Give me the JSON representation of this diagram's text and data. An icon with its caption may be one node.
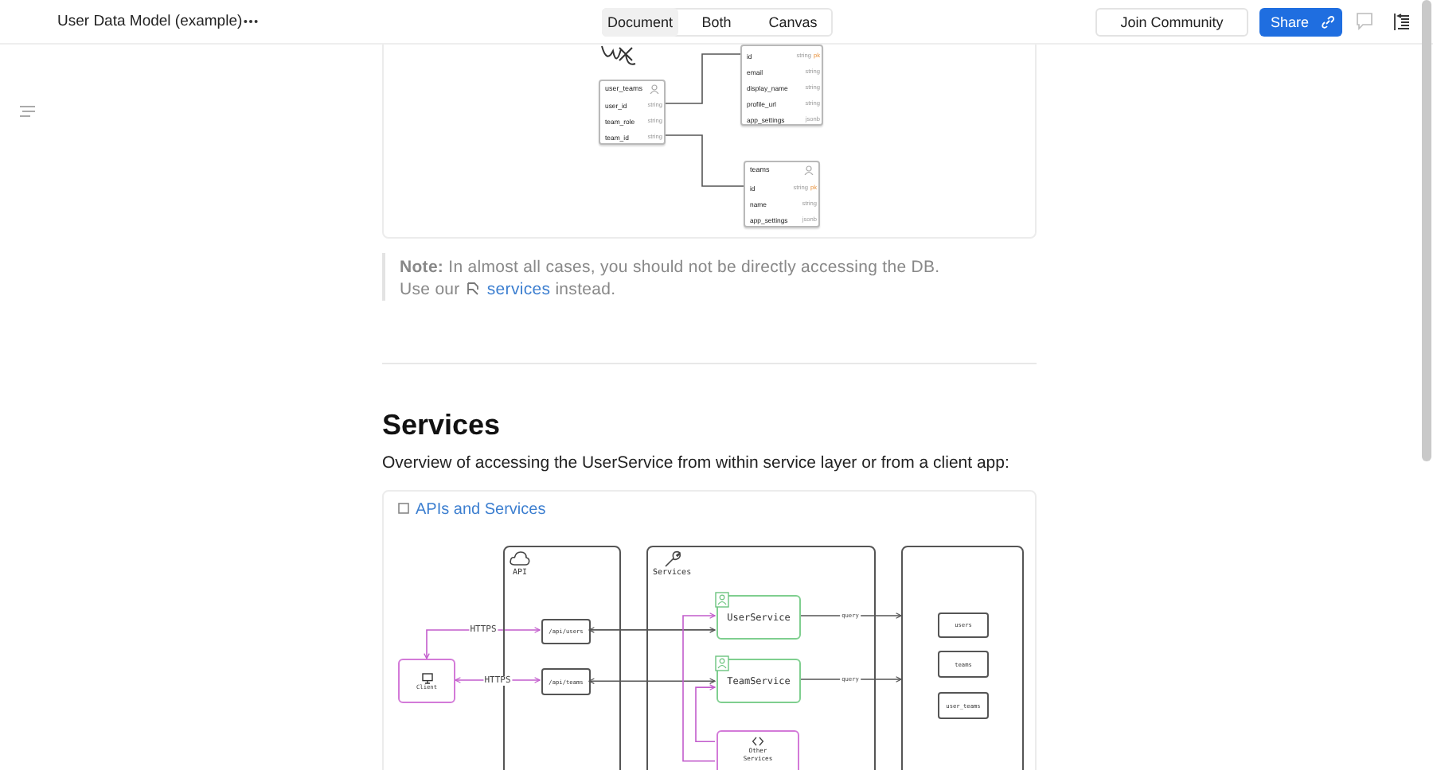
{
  "diagram": {
    "nodes": [
      {
        "text": [],
        "shape": "box"
      },
      {
        "text": [
          "id",
          "string",
          "pk"
        ],
        "in": 0
      },
      {
        "text": [
          "email",
          "string"
        ],
        "in": 0
      },
      {
        "text": [
          "display_name",
          "string"
        ],
        "in": 0
      },
      {
        "text": [
          "profile_url",
          "string"
        ],
        "in": 0
      },
      {
        "text": [
          "app_settings",
          "jsonb"
        ],
        "in": 0
      },
      {
        "text": [
          "user_teams"
        ]
      },
      {
        "text": [
          "user_id",
          "string"
        ],
        "in": 6
      },
      {
        "text": [
          "team_role",
          "string"
        ],
        "in": 6
      },
      {
        "text": [
          "team_id",
          "string"
        ],
        "in": 6
      },
      {
        "text": [
          "teams"
        ]
      },
      {
        "text": [
          "id",
          "string",
          "pk"
        ],
        "in": 10
      },
      {
        "text": [
          "name",
          "string"
        ],
        "in": 10
      },
      {
        "text": [
          "app_settings",
          "jsonb"
        ],
        "in": 10
      },
      {
        "text": [
          "API"
        ]
      },
      {
        "text": [
          "/api/users"
        ],
        "in": 14
      },
      {
        "text": [
          "/api/teams"
        ],
        "in": 14
      },
      {
        "text": [
          "Services"
        ]
      },
      {
        "text": [
          "UserService"
        ],
        "in": 17
      },
      {
        "text": [
          "TeamService"
        ],
        "in": 17
      },
      {
        "text": [
          "Other Services"
        ],
        "in": 17
      },
      {
        "text": [],
        "shape": "box"
      },
      {
        "text": [
          "users"
        ],
        "in": 21
      },
      {
        "text": [
          "teams"
        ],
        "in": 21
      },
      {
        "text": [
          "user_teams"
        ],
        "in": 21
      },
      {
        "text": [
          "Client"
        ]
      }
    ],
    "edges": [
      {
        "from": 7,
        "to": 1,
        "arrow": "none"
      },
      {
        "from": 9,
        "to": 11,
        "arrow": "none"
      },
      {
        "from": 15,
        "to": 25,
        "arrow": "both",
        "label": "HTTPS",
        "color": "#c25ccc"
      },
      {
        "from": 16,
        "to": 25,
        "arrow": "both",
        "label": "HTTPS",
        "color": "#c25ccc"
      },
      {
        "from": 18,
        "to": 15,
        "arrow": "both"
      },
      {
        "from": 19,
        "to": 16,
        "arrow": "both"
      },
      {
        "from": 20,
        "to": 18,
        "arrow": "to",
        "color": "#c25ccc"
      },
      {
        "from": 20,
        "to": 19,
        "arrow": "to",
        "color": "#c25ccc"
      },
      {
        "from": 18,
        "to": 21,
        "arrow": "to",
        "label": "query"
      },
      {
        "from": 19,
        "to": 21,
        "arrow": "to",
        "label": "query"
      }
    ],
    "labels": [
      "User Data Model (example)",
      "Document",
      "Both",
      "Canvas",
      "Join Community",
      "Share",
      "**Note:**  In almost all cases, you should not be directly accessing the DB. Use our",
      "services",
      "instead.",
      "Services",
      "Overview of accessing the UserService from within service layer or from a client app:",
      "APIs and Services"
    ]
  }
}
